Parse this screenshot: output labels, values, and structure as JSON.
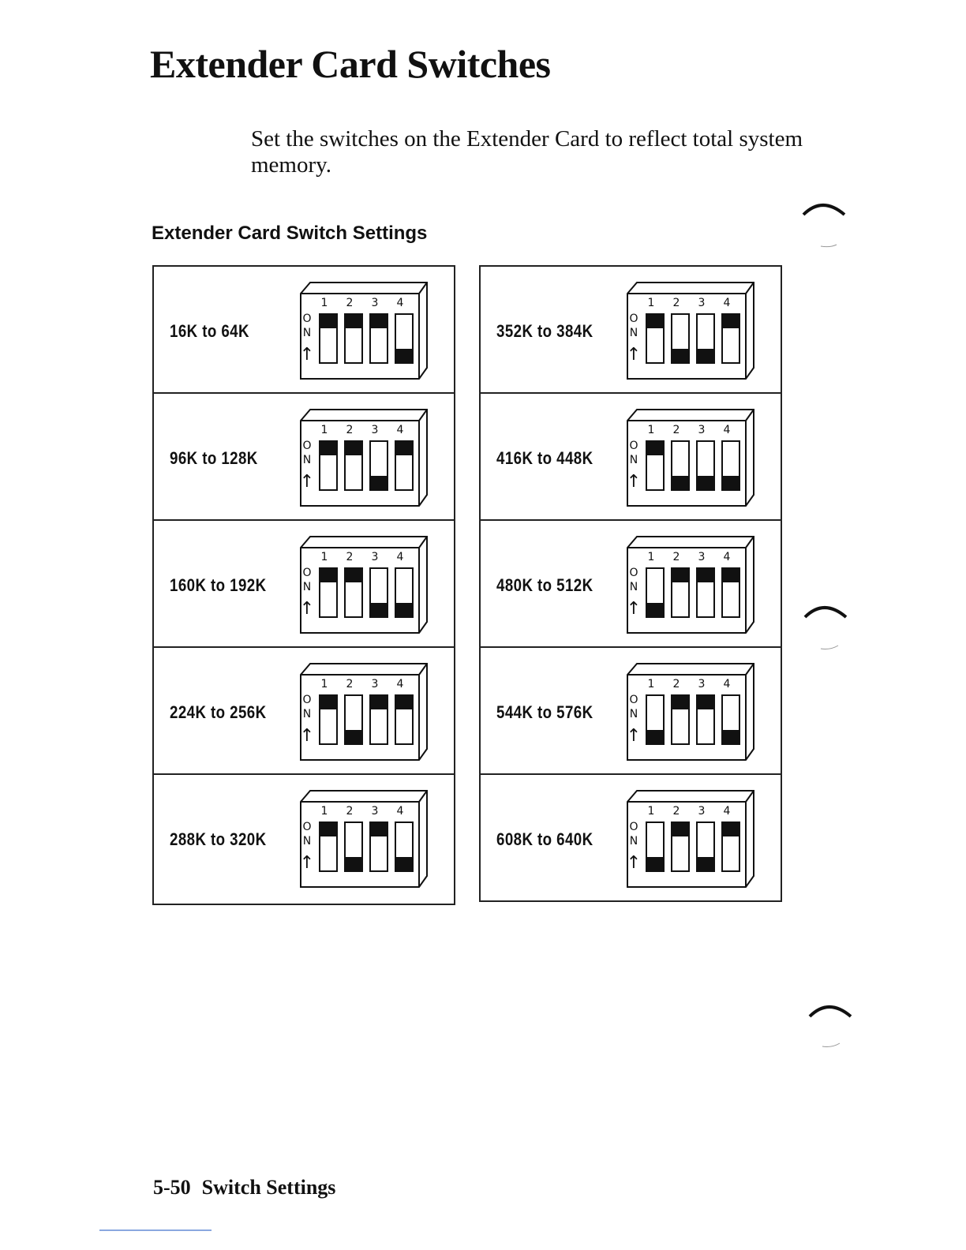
{
  "page": {
    "title": "Extender Card Switches",
    "intro": "Set the switches on the Extender Card to reflect total system memory.",
    "section_title": "Extender Card Switch Settings",
    "footer": {
      "page_number": "5-50",
      "section": "Switch Settings"
    }
  },
  "dip_labels": {
    "numbers": [
      "1",
      "2",
      "3",
      "4"
    ],
    "on_o": "O",
    "on_n": "N",
    "arrow": "↑"
  },
  "settings": {
    "left": [
      {
        "label": "16K to 64K",
        "switches": [
          "on",
          "on",
          "on",
          "off"
        ]
      },
      {
        "label": "96K to 128K",
        "switches": [
          "on",
          "on",
          "off",
          "on"
        ]
      },
      {
        "label": "160K to 192K",
        "switches": [
          "on",
          "on",
          "off",
          "off"
        ]
      },
      {
        "label": "224K to 256K",
        "switches": [
          "on",
          "off",
          "on",
          "on"
        ]
      },
      {
        "label": "288K to 320K",
        "switches": [
          "on",
          "off",
          "on",
          "off"
        ]
      }
    ],
    "right": [
      {
        "label": "352K to 384K",
        "switches": [
          "on",
          "off",
          "off",
          "on"
        ]
      },
      {
        "label": "416K to 448K",
        "switches": [
          "on",
          "off",
          "off",
          "off"
        ]
      },
      {
        "label": "480K to 512K",
        "switches": [
          "off",
          "on",
          "on",
          "on"
        ]
      },
      {
        "label": "544K to 576K",
        "switches": [
          "off",
          "on",
          "on",
          "off"
        ]
      },
      {
        "label": "608K to 640K",
        "switches": [
          "off",
          "on",
          "off",
          "on"
        ]
      }
    ]
  }
}
